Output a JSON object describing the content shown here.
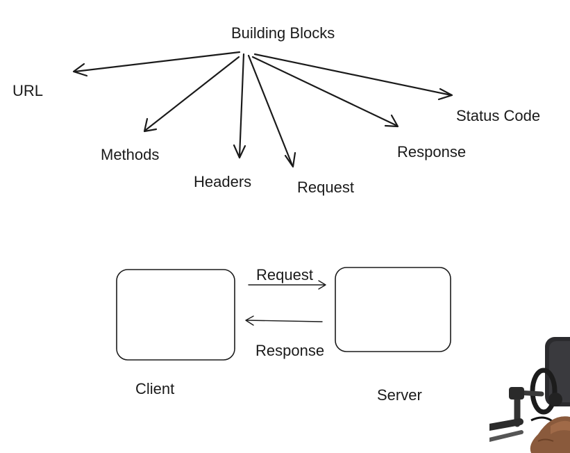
{
  "diagram": {
    "title": "Building Blocks",
    "blocks": [
      {
        "id": "url",
        "label": "URL"
      },
      {
        "id": "methods",
        "label": "Methods"
      },
      {
        "id": "headers",
        "label": "Headers"
      },
      {
        "id": "request",
        "label": "Request"
      },
      {
        "id": "response",
        "label": "Response"
      },
      {
        "id": "status-code",
        "label": "Status Code"
      }
    ],
    "client_server": {
      "client_label": "Client",
      "server_label": "Server",
      "request_label": "Request",
      "response_label": "Response"
    }
  }
}
